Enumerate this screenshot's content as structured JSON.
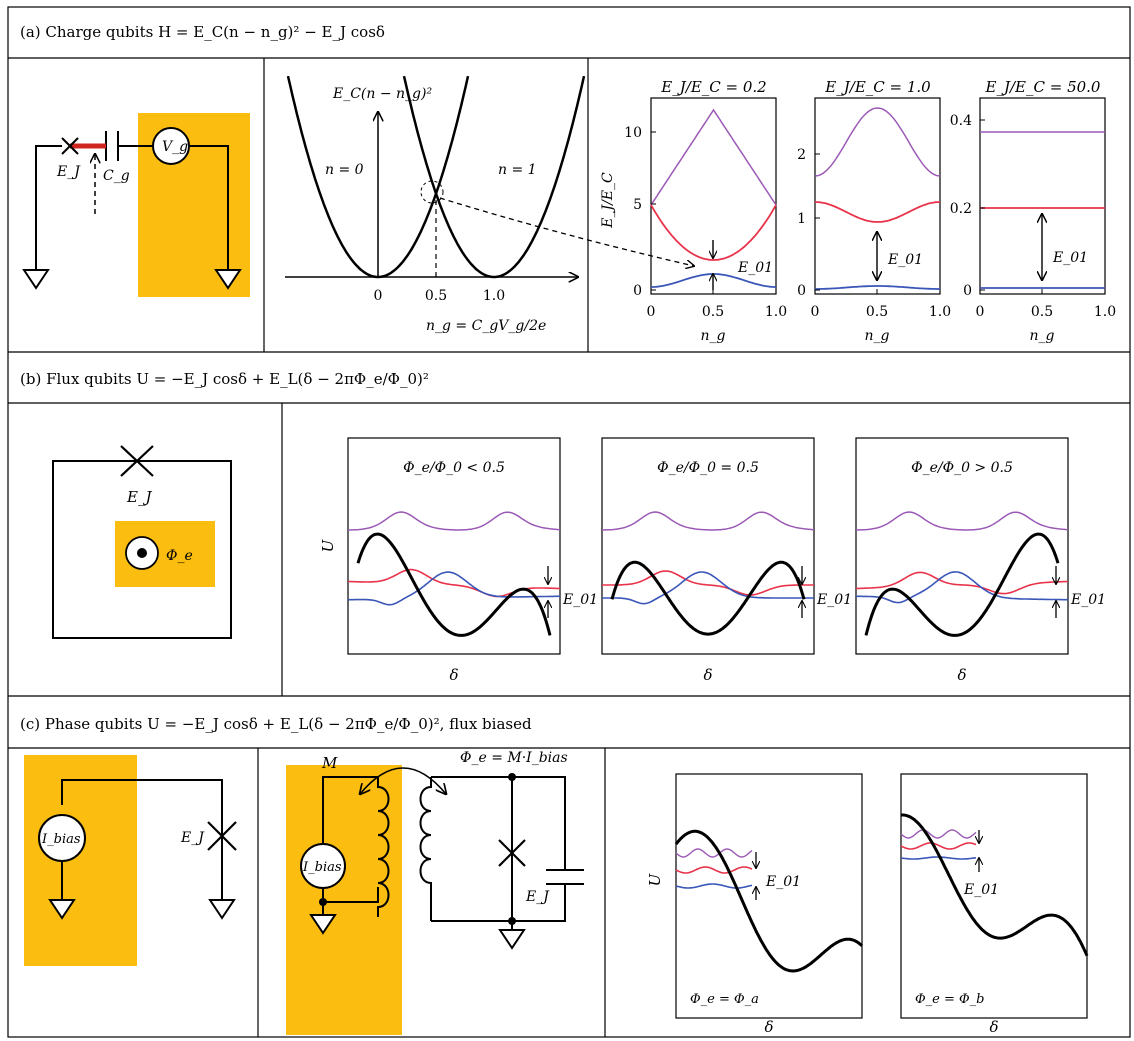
{
  "colors": {
    "bias_box": "#FBBD10",
    "purple": "#9B59B6",
    "red": "#E8334A",
    "blue": "#3A56B8",
    "wire": "#000000",
    "junction_red": "#D0251F"
  },
  "panel_a": {
    "title": "(a) Charge qubits H = E_C(n − n_g)² − E_J cosδ",
    "circuit": {
      "ej": "E_J",
      "cg": "C_g",
      "vg": "V_g"
    },
    "parabola": {
      "ylabel": "E_C(n − n_g)²",
      "left_label": "n = 0",
      "right_label": "n = 1",
      "xticks": [
        "0",
        "0.5",
        "1.0"
      ],
      "xlabel": "n_g = C_gV_g/2e"
    },
    "energy_plots": {
      "ylabel": "E_J/E_C",
      "xlabel": "n_g",
      "e01": "E_01",
      "xticks": [
        "0",
        "0.5",
        "1.0"
      ],
      "panels": [
        {
          "title": "E_J/E_C = 0.2",
          "yticks": [
            "0",
            "5",
            "10"
          ]
        },
        {
          "title": "E_J/E_C = 1.0",
          "yticks": [
            "0",
            "1",
            "2"
          ]
        },
        {
          "title": "E_J/E_C = 50.0",
          "yticks": [
            "0",
            "0.2",
            "0.4"
          ]
        }
      ]
    }
  },
  "panel_b": {
    "title": "(b) Flux qubits U = −E_J cosδ + E_L(δ − 2πΦ_e/Φ_0)²",
    "circuit": {
      "ej": "E_J",
      "phi": "Φ_e"
    },
    "ylabel": "U",
    "xlabel": "δ",
    "e01": "E_01",
    "panels": [
      {
        "title": "Φ_e/Φ_0 < 0.5"
      },
      {
        "title": "Φ_e/Φ_0 = 0.5"
      },
      {
        "title": "Φ_e/Φ_0 > 0.5"
      }
    ]
  },
  "panel_c": {
    "title": "(c) Phase qubits U = −E_J cosδ + E_L(δ − 2πΦ_e/Φ_0)², flux biased",
    "circuit1": {
      "ibias": "I_bias",
      "ej": "E_J"
    },
    "circuit2": {
      "m": "M",
      "phi_eq": "Φ_e = M·I_bias",
      "ibias": "I_bias",
      "ej": "E_J"
    },
    "ylabel": "U",
    "xlabel": "δ",
    "e01": "E_01",
    "panels": [
      {
        "label": "Φ_e = Φ_a"
      },
      {
        "label": "Φ_e = Φ_b"
      }
    ]
  }
}
